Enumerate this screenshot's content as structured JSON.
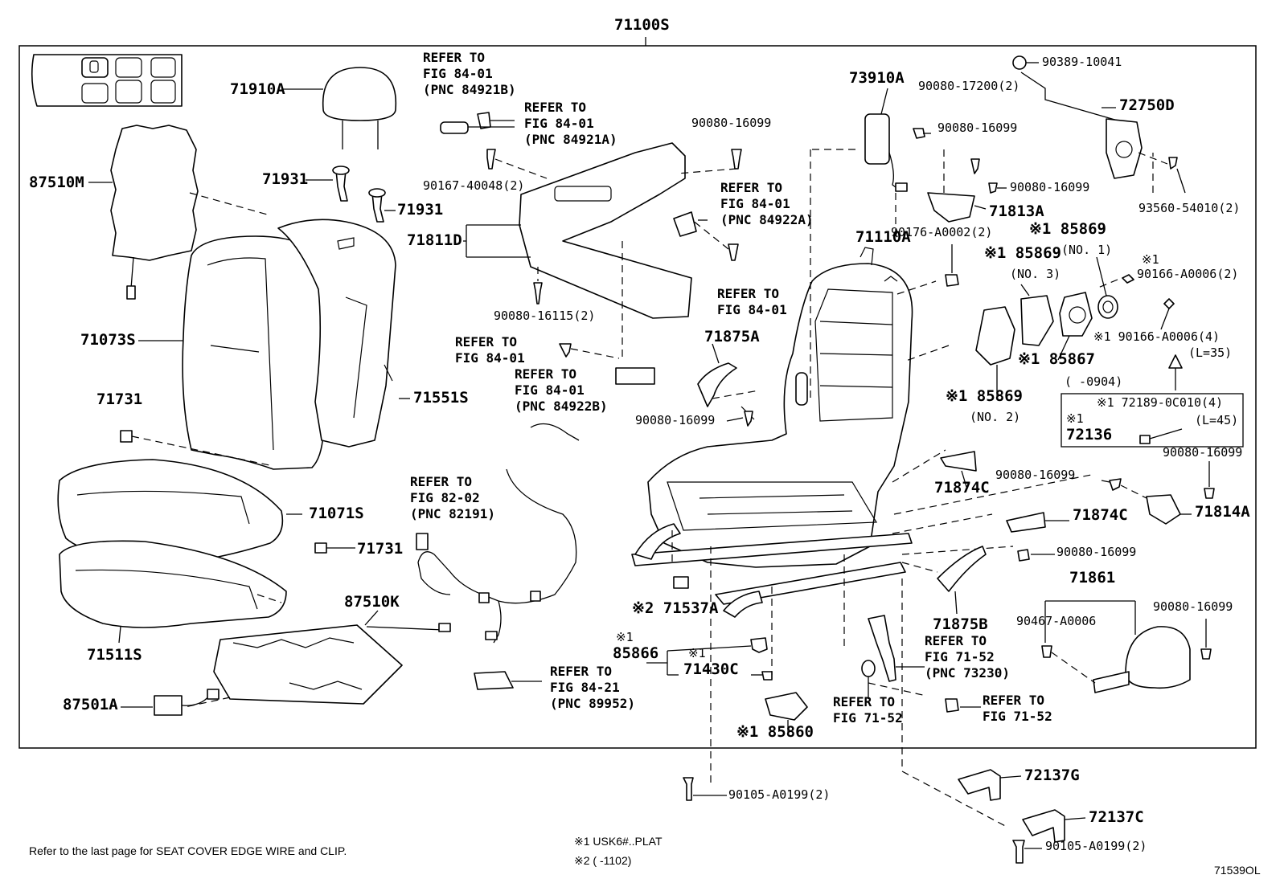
{
  "title": "71100S",
  "figure_id": "71539OL",
  "footnote": "Refer to the last page for SEAT COVER EDGE WIRE and CLIP.",
  "legend": {
    "note1": "※1 USK6#..PLAT",
    "note2": "※2 (      -1102)"
  },
  "parts": {
    "p71910A": "71910A",
    "p87510M": "87510M",
    "p71931a": "71931",
    "p71931b": "71931",
    "p71073S": "71073S",
    "p71551S": "71551S",
    "p71731a": "71731",
    "p71071S": "71071S",
    "p71731b": "71731",
    "p71511S": "71511S",
    "p87510K": "87510K",
    "p87501A": "87501A",
    "p71811D": "71811D",
    "p90167": "90167-40048(2)",
    "p90080_16115": "90080-16115(2)",
    "p90080_16099a": "90080-16099",
    "p73910A": "73910A",
    "p90080_17200": "90080-17200(2)",
    "p90080_16099b": "90080-16099",
    "p90080_16099c": "90080-16099",
    "p71813A": "71813A",
    "p90389": "90389-10041",
    "p72750D": "72750D",
    "p93560": "93560-54010(2)",
    "p71110A": "71110A",
    "p90176": "90176-A0002(2)",
    "p85869a": "※1 85869",
    "p85869a_sub": "(NO. 1)",
    "p85869b": "※1 85869",
    "p85869b_sub": "(NO. 3)",
    "p90166a_mark": "※1",
    "p90166a": "90166-A0006(2)",
    "p90166b": "※1 90166-A0006(4)",
    "p90166b_sub": "(L=35)",
    "p85867": "※1 85867",
    "p85867_sub": "(       -0904)",
    "p85869c": "※1 85869",
    "p85869c_sub": "(NO. 2)",
    "p72189": "※1 72189-0C010(4)",
    "p72189_sub": "(L=45)",
    "p72136_mark": "※1",
    "p72136": "72136",
    "p71875A": "71875A",
    "p90080_16099d": "90080-16099",
    "p71874C_a": "71874C",
    "p90080_16099e": "90080-16099",
    "p90080_16099f": "90080-16099",
    "p71814A": "71814A",
    "p71874C_b": "71874C",
    "p90080_16099g": "90080-16099",
    "p71861": "71861",
    "p90467": "90467-A0006",
    "p90080_16099h": "90080-16099",
    "p71875B": "71875B",
    "p71537A": "※2 71537A",
    "p85866_mark": "※1",
    "p85866": "85866",
    "p71430C_mark": "※1",
    "p71430C": "71430C",
    "p85860": "※1 85860",
    "p90105a": "90105-A0199(2)",
    "p72137G": "72137G",
    "p72137C": "72137C",
    "p90105b": "90105-A0199(2)"
  },
  "refs": {
    "r1": [
      "REFER TO",
      "FIG 84-01",
      "(PNC 84921B)"
    ],
    "r2": [
      "REFER TO",
      "FIG 84-01",
      "(PNC 84921A)"
    ],
    "r3": [
      "REFER TO",
      "FIG 84-01",
      "(PNC 84922A)"
    ],
    "r4": [
      "REFER TO",
      "FIG 84-01"
    ],
    "r5": [
      "REFER TO",
      "FIG 84-01"
    ],
    "r6": [
      "REFER TO",
      "FIG 84-01",
      "(PNC 84922B)"
    ],
    "r7": [
      "REFER TO",
      "FIG 82-02",
      "(PNC 82191)"
    ],
    "r8": [
      "REFER TO",
      "FIG 84-21",
      "(PNC 89952)"
    ],
    "r9": [
      "REFER TO",
      "FIG 71-52",
      "(PNC 73230)"
    ],
    "r10": [
      "REFER TO",
      "FIG 71-52"
    ],
    "r11": [
      "REFER TO",
      "FIG 71-52"
    ]
  }
}
